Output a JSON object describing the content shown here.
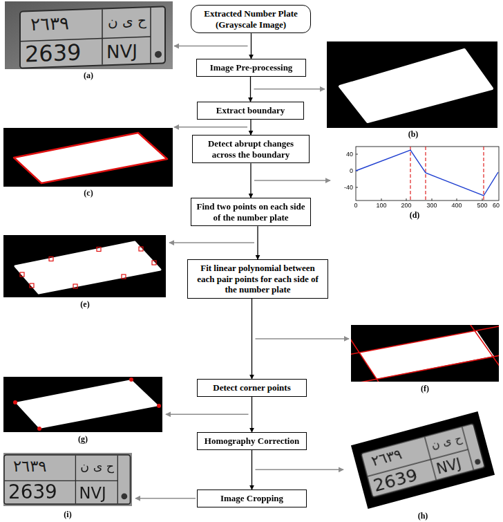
{
  "diagram": {
    "nodes": [
      {
        "text": [
          "Extracted Number Plate (Grayscale Image)"
        ]
      },
      {
        "text": [
          "Image Pre-processing"
        ]
      },
      {
        "text": [
          "Extract boundary"
        ]
      },
      {
        "text": [
          "Detect abrupt changes across the boundary"
        ]
      },
      {
        "text": [
          "Find two points on each side of the number plate"
        ]
      },
      {
        "text": [
          "Fit linear polynomial between each pair points for each side of the number plate"
        ]
      },
      {
        "text": [
          "Detect corner points"
        ]
      },
      {
        "text": [
          "Homography Correction"
        ]
      },
      {
        "text": [
          "Image Cropping"
        ]
      }
    ],
    "edges": [
      {
        "from": 0,
        "to": 1,
        "arrow": "to"
      },
      {
        "from": 1,
        "to": 2,
        "arrow": "to"
      },
      {
        "from": 2,
        "to": 3,
        "arrow": "to"
      },
      {
        "from": 3,
        "to": 4,
        "arrow": "to"
      },
      {
        "from": 4,
        "to": 5,
        "arrow": "to"
      },
      {
        "from": 5,
        "to": 6,
        "arrow": "to"
      },
      {
        "from": 6,
        "to": 7,
        "arrow": "to"
      },
      {
        "from": 7,
        "to": 8,
        "arrow": "to"
      }
    ],
    "labels": [
      "(a)",
      "٢٦٣٩",
      "ح ى ن",
      "2639",
      "NVJ",
      "(b)",
      "(c)",
      "40",
      "0",
      "-40",
      "0",
      "100",
      "200",
      "300",
      "400",
      "500",
      "60",
      "(d)",
      "(e)",
      "(f)",
      "(g)",
      "٢٦٣٩",
      "ح ى ن",
      "2639",
      "NVJ",
      "(h)",
      "٢٦٣٩",
      "ح ى ن",
      "2639",
      "NVJ",
      "(i)"
    ]
  }
}
